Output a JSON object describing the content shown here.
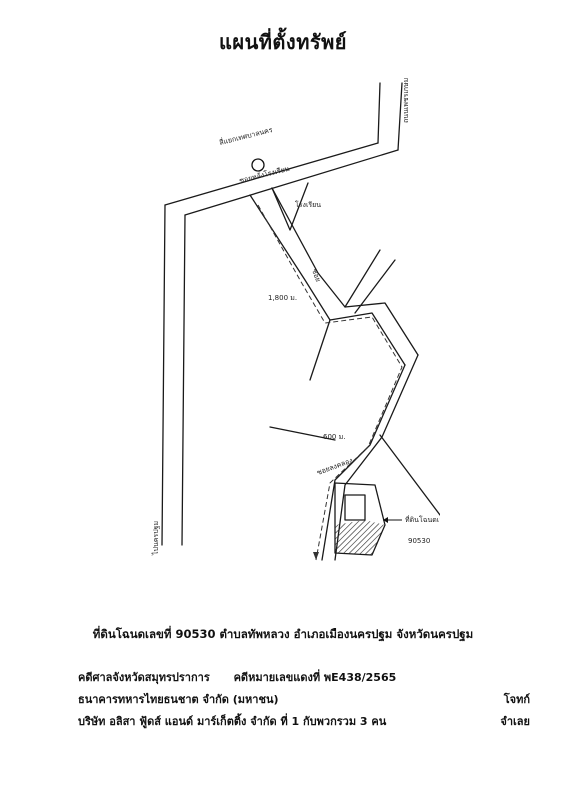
{
  "title": "แผนที่ตั้งทรัพย์",
  "map": {
    "labels": {
      "landmark": "สี่แยกเทศบาลนคร",
      "main_road": "ถนนเพชรเกษม",
      "soi_main": "ซอยหลังโรงเรียน",
      "school": "โรงเรียน",
      "road_left": "ไปนครปฐม",
      "dist_1": "1,800 ม.",
      "dist_2": "600 ม.",
      "soi_branch": "ซอย",
      "soi_lower": "ซอยลงคลอง",
      "property_note": "ที่ดินโฉนดเลขที่",
      "parcel_no": "90530"
    }
  },
  "caption": "ที่ดินโฉนดเลขที่ 90530 ตำบลทัพหลวง อำเภอเมืองนครปฐม จังหวัดนครปฐม",
  "footer": {
    "court": "คดีศาลจังหวัดสมุทรปราการ",
    "case_no": "คดีหมายเลขแดงที่ พE438/2565",
    "plaintiff": "ธนาคารทหารไทยธนชาต จำกัด (มหาชน)",
    "plaintiff_role": "โจทก์",
    "defendant": "บริษัท อลิสา ฟู้ดส์ แอนด์ มาร์เก็ตติ้ง จำกัด ที่ 1 กับพวกรวม 3 คน",
    "defendant_role": "จำเลย"
  }
}
